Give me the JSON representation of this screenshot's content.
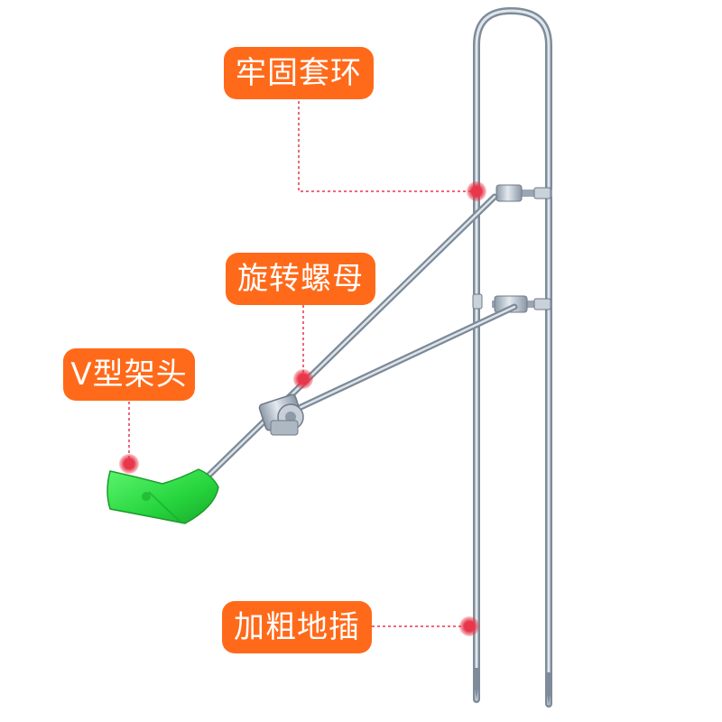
{
  "labels": {
    "ring": "牢固套环",
    "nut": "旋转螺母",
    "head": "V型架头",
    "stake": "加粗地插"
  },
  "colors": {
    "label_bg": "#ff6a1a",
    "marker": "#e8364a",
    "leader_line": "#e8364a",
    "metal": "#b9c4cf",
    "metal_dark": "#7d8a98",
    "head_green": "#2fe04a",
    "background": "#ffffff"
  },
  "product": {
    "type": "fishing-rod-holder",
    "parts": [
      "u-stake",
      "upper-clamp",
      "lower-clamp",
      "main-arm",
      "brace-arm",
      "swivel-nut",
      "v-head"
    ]
  }
}
